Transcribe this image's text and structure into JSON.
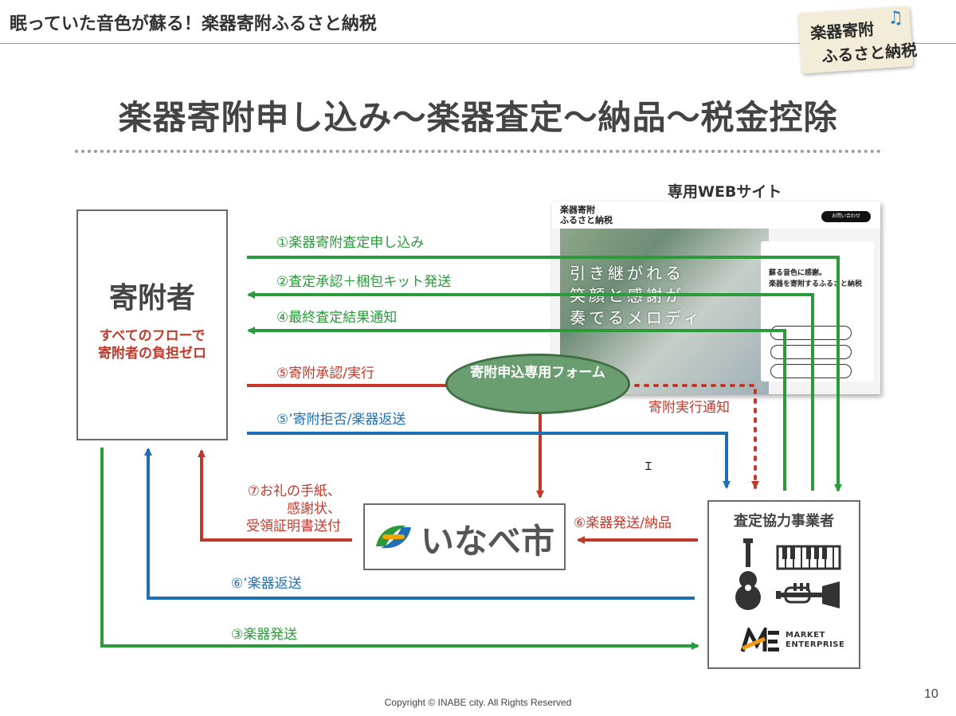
{
  "header": {
    "title": "眠っていた音色が蘇る！楽器寄附ふるさと納税",
    "logo_line1": "楽器寄附",
    "logo_line2": "ふるさと納税"
  },
  "main_title": "楽器寄附申し込み～楽器査定～納品～税金控除",
  "donor": {
    "name": "寄附者",
    "note_line1": "すべてのフローで",
    "note_line2": "寄附者の負担ゼロ"
  },
  "website": {
    "label": "専用WEBサイト",
    "logo_line1": "楽器寄附",
    "logo_line2": "ふるさと納税",
    "nav_button": "お問い合わせ",
    "copy_line1": "引き継がれる",
    "copy_line2": "笑顔と感謝が",
    "copy_line3": "奏でるメロディ",
    "panel_line1": "蘇る音色に感謝。",
    "panel_line2": "楽器を寄附するふるさと納税"
  },
  "form": {
    "label": "寄附申込専用フォーム"
  },
  "flows": {
    "step1": "①楽器寄附査定申し込み",
    "step2": "②査定承認＋梱包キット発送",
    "step4": "④最終査定結果通知",
    "step5": "⑤寄附承認/実行",
    "step5_alt": "⑤’寄附拒否/楽器返送",
    "notice": "寄附実行通知",
    "step7_line1": "⑦お礼の手紙、",
    "step7_line2": "感謝状、",
    "step7_line3": "受領証明書送付",
    "step6": "⑥楽器発送/納品",
    "step6_alt": "⑥’楽器返送",
    "step3": "③楽器発送"
  },
  "city": {
    "name": "いなべ市"
  },
  "vendor": {
    "title": "査定協力事業者",
    "brand_line1": "MARKET",
    "brand_line2": "ENTERPRISE"
  },
  "colors": {
    "green": "#2a9a3a",
    "red": "#c0392b",
    "blue": "#1f6fb5",
    "ellipse": "#6a9e70"
  },
  "footer": {
    "copyright": "Copyright © INABE city. All Rights Reserved",
    "page_number": "10"
  }
}
